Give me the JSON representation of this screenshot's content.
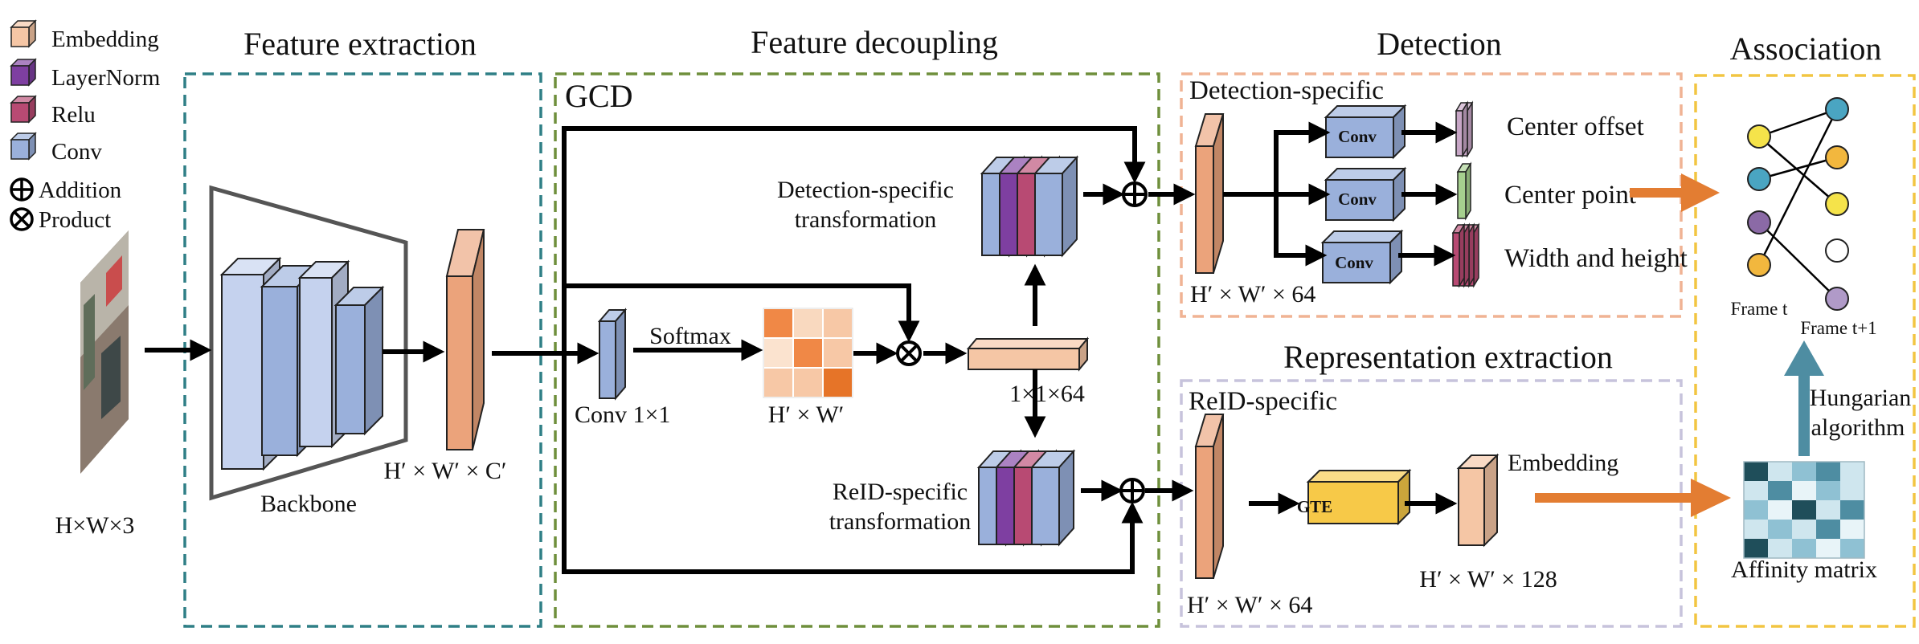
{
  "colors": {
    "embedding": "#f5c6a5",
    "embedding_deep": "#eba37b",
    "layernorm": "#7e3fa1",
    "relu": "#b84a73",
    "conv": "#9ab0db",
    "conv_light": "#c5d2ee",
    "gte": "#f7c948",
    "orange_arrow": "#e37d32",
    "teal_arrow": "#4e8da2",
    "box_teal": "#2f7f86",
    "box_green": "#6f8f3c",
    "box_salmon": "#f0b394",
    "box_lavender": "#c7c3dc",
    "box_yellow": "#f2c542"
  },
  "legend": {
    "embedding": "Embedding",
    "layernorm": "LayerNorm",
    "relu": "Relu",
    "conv": "Conv",
    "addition": "Addition",
    "product": "Product"
  },
  "sections": {
    "feature_extraction": "Feature extraction",
    "feature_decoupling": "Feature decoupling",
    "detection": "Detection",
    "association": "Association",
    "representation_extraction": "Representation extraction"
  },
  "labels": {
    "input_dims": "H×W×3",
    "backbone": "Backbone",
    "backbone_out": "H′ × W′ × C′",
    "gcd": "GCD",
    "conv1x1": "Conv 1×1",
    "softmax": "Softmax",
    "attn_map": "H′ × W′",
    "vec": "1×1×64",
    "det_transform_1": "Detection-specific",
    "det_transform_2": "transformation",
    "reid_transform_1": "ReID-specific",
    "reid_transform_2": "transformation",
    "det_specific": "Detection-specific",
    "det_feat_dims": "H′ × W′ × 64",
    "conv": "Conv",
    "center_offset": "Center offset",
    "center_point": "Center point",
    "width_height": "Width and height",
    "reid_specific": "ReID-specific",
    "reid_feat_dims": "H′ × W′ × 64",
    "gte": "GTE",
    "embedding": "Embedding",
    "emb_dims": "H′ × W′ × 128",
    "frame_t": "Frame t",
    "frame_t1": "Frame t+1",
    "hungarian_1": "Hungarian",
    "hungarian_2": "algorithm",
    "affinity": "Affinity matrix"
  }
}
